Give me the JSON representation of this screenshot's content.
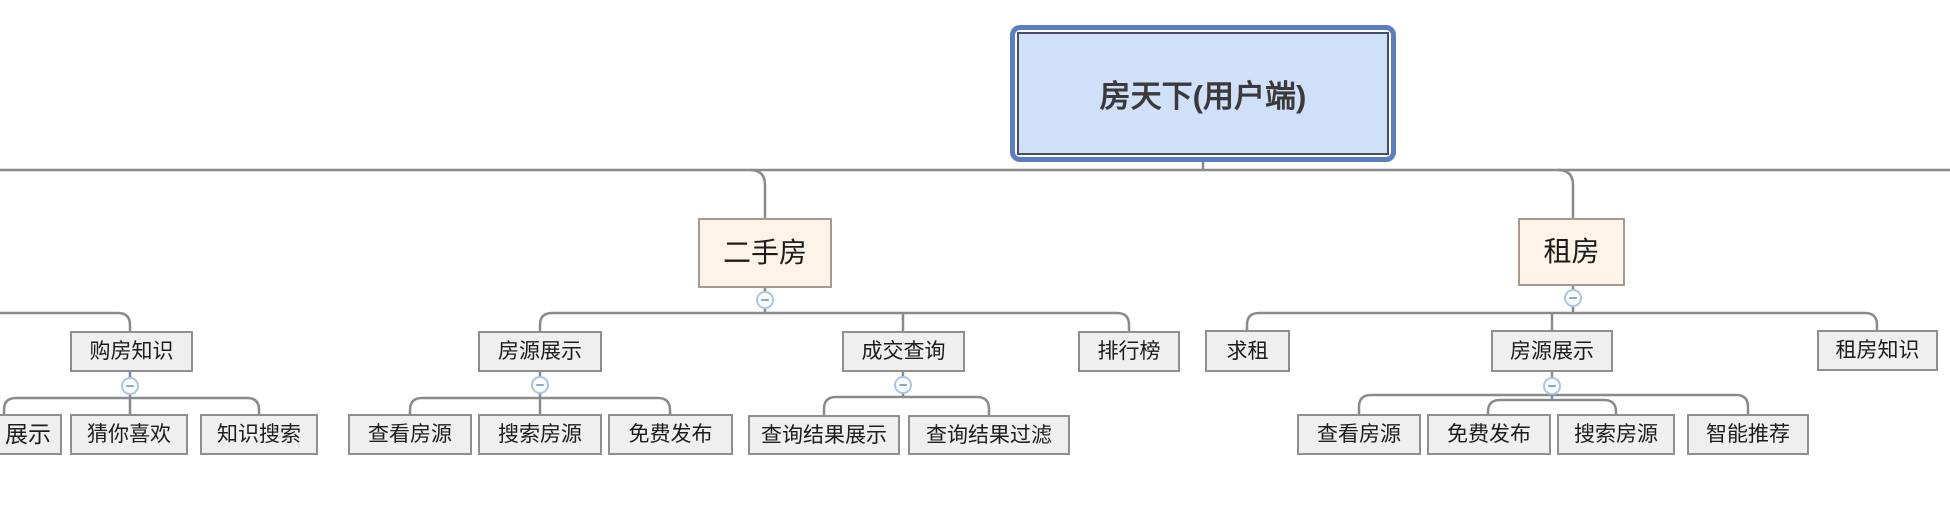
{
  "app": {
    "view": "mind-map-org-chart-canvas"
  },
  "colors": {
    "background": "#ffffff",
    "connector": "#8a8a8a",
    "root_fill": "#cfe0f8",
    "root_outer_border": "#5b7ec2",
    "root_inner_border": "#454e63",
    "level1_fill": "#fdf3e9",
    "level1_border": "#a59a8e",
    "node_fill": "#efefef",
    "node_border": "#8f8f8f",
    "collapse_border": "#a9c5e8",
    "collapse_glyph": "#8ca6cf"
  },
  "icons": {
    "collapse": "minus-circle"
  },
  "tree": {
    "root": {
      "label": "房天下(用户端)"
    },
    "left_partial_branch": {
      "children": [
        {
          "label": "购房知识",
          "children": [
            {
              "label": "展示"
            },
            {
              "label": "猜你喜欢"
            },
            {
              "label": "知识搜索"
            }
          ]
        }
      ]
    },
    "branches": [
      {
        "label": "二手房",
        "children": [
          {
            "label": "房源展示",
            "children": [
              {
                "label": "查看房源"
              },
              {
                "label": "搜索房源"
              },
              {
                "label": "免费发布"
              }
            ]
          },
          {
            "label": "成交查询",
            "children": [
              {
                "label": "查询结果展示"
              },
              {
                "label": "查询结果过滤"
              }
            ]
          },
          {
            "label": "排行榜"
          }
        ]
      },
      {
        "label": "租房",
        "children": [
          {
            "label": "求租"
          },
          {
            "label": "房源展示",
            "children": [
              {
                "label": "查看房源"
              },
              {
                "label": "免费发布"
              },
              {
                "label": "搜索房源"
              },
              {
                "label": "智能推荐"
              }
            ]
          },
          {
            "label": "租房知识"
          }
        ]
      }
    ]
  }
}
